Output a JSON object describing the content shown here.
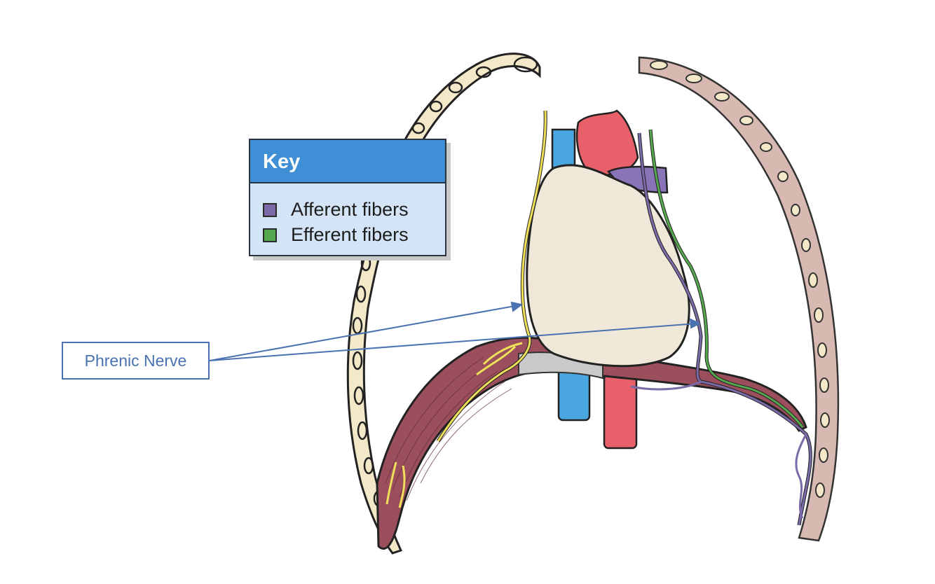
{
  "key": {
    "title": "Key",
    "items": [
      {
        "label": "Afferent fibers",
        "color": "#7b6aa8"
      },
      {
        "label": "Efferent fibers",
        "color": "#55a84e"
      }
    ]
  },
  "callout": {
    "label": "Phrenic Nerve",
    "color": "#4a72b0"
  },
  "colors": {
    "rib": "#f3e8c8",
    "diaphragm": "#9b4e5c",
    "heart": "#efe8d8",
    "aorta": "#e8606a",
    "vena_cava": "#4aa6df",
    "phrenic_nerve": "#efe05a",
    "vagus_afferent": "#7b6aa8",
    "vagus_efferent": "#55a84e"
  }
}
